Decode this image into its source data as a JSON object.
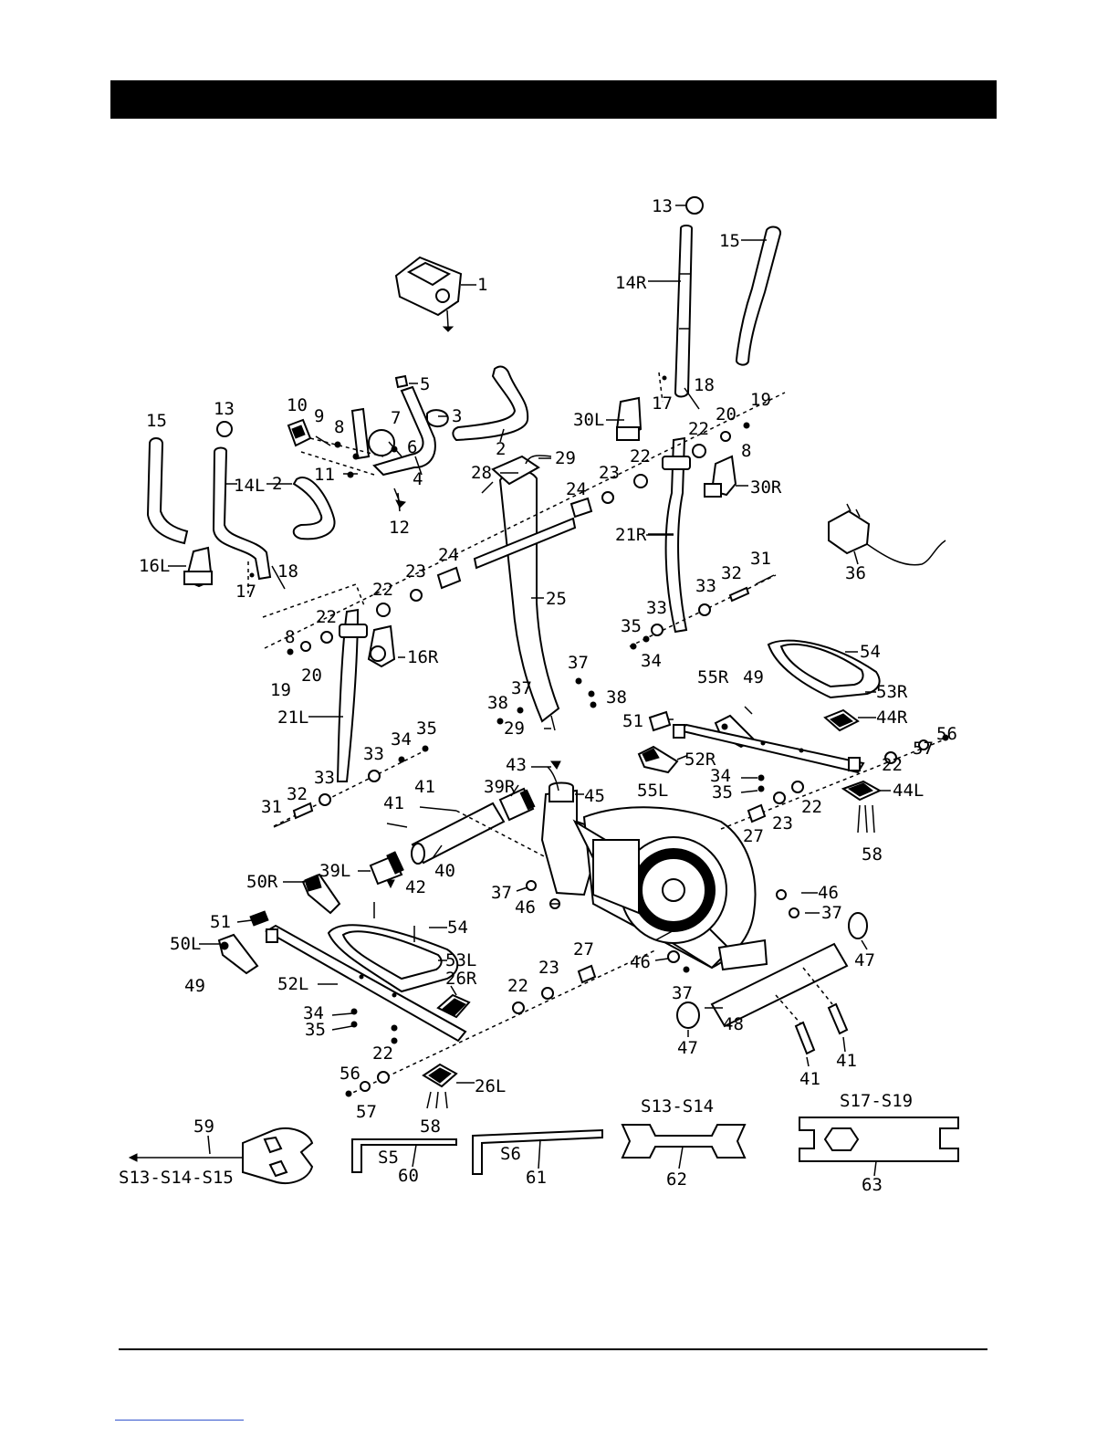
{
  "diagram": {
    "labels": {
      "p1": "1",
      "p2a": "2",
      "p2b": "2",
      "p3": "3",
      "p4": "4",
      "p5": "5",
      "p6": "6",
      "p7": "7",
      "p8a": "8",
      "p8b": "8",
      "p8c": "8",
      "p9": "9",
      "p10": "10",
      "p11": "11",
      "p12": "12",
      "p13a": "13",
      "p13b": "13",
      "p14L": "14L",
      "p14R": "14R",
      "p15a": "15",
      "p15b": "15",
      "p16L": "16L",
      "p16R": "16R",
      "p17a": "17",
      "p17b": "17",
      "p18a": "18",
      "p18b": "18",
      "p19a": "19",
      "p19b": "19",
      "p20a": "20",
      "p20b": "20",
      "p21L": "21L",
      "p21R": "21R",
      "p22a": "22",
      "p22b": "22",
      "p22c": "22",
      "p22d": "22",
      "p22e": "22",
      "p22f": "22",
      "p22g": "22",
      "p23a": "23",
      "p23b": "23",
      "p23c": "23",
      "p23d": "23",
      "p24a": "24",
      "p24b": "24",
      "p25": "25",
      "p26L": "26L",
      "p26R": "26R",
      "p27a": "27",
      "p27b": "27",
      "p28": "28",
      "p29a": "29",
      "p29b": "29",
      "p30L": "30L",
      "p30R": "30R",
      "p31a": "31",
      "p31b": "31",
      "p32a": "32",
      "p32b": "32",
      "p33a": "33",
      "p33b": "33",
      "p33c": "33",
      "p33d": "33",
      "p34a": "34",
      "p34b": "34",
      "p34c": "34",
      "p34d": "34",
      "p35a": "35",
      "p35b": "35",
      "p35c": "35",
      "p35d": "35",
      "p36": "36",
      "p37a": "37",
      "p37b": "37",
      "p37c": "37",
      "p37d": "37",
      "p37e": "37",
      "p38a": "38",
      "p38b": "38",
      "p39L": "39L",
      "p39R": "39R",
      "p40": "40",
      "p41a": "41",
      "p41b": "41",
      "p41c": "41",
      "p41d": "41",
      "p42": "42",
      "p43": "43",
      "p44L": "44L",
      "p44R": "44R",
      "p45": "45",
      "p46a": "46",
      "p46b": "46",
      "p46c": "46",
      "p47a": "47",
      "p47b": "47",
      "p48": "48",
      "p49a": "49",
      "p49b": "49",
      "p50L": "50L",
      "p50R": "50R",
      "p51a": "51",
      "p51b": "51",
      "p52L": "52L",
      "p52R": "52R",
      "p53L": "53L",
      "p53R": "53R",
      "p54a": "54",
      "p54b": "54",
      "p55L": "55L",
      "p55R": "55R",
      "p56a": "56",
      "p56b": "56",
      "p57a": "57",
      "p57b": "57",
      "p58a": "58",
      "p58b": "58",
      "p59": "59",
      "p60": "60",
      "p61": "61",
      "p62": "62",
      "p63": "63"
    },
    "tool_labels": {
      "s13_s14_s15": "S13-S14-S15",
      "s5": "S5",
      "s6": "S6",
      "s13_s14": "S13-S14",
      "s17_s19": "S17-S19"
    }
  }
}
